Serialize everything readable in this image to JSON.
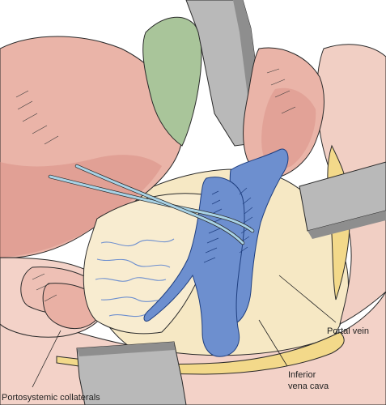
{
  "labels": {
    "portal_vein": "Portal vein",
    "ivc_line1": "Inferior",
    "ivc_line2": "vena cava",
    "collaterals": "Portosystemic collaterals"
  },
  "colors": {
    "liver_pink": "#eab4a8",
    "liver_dark": "#d98f85",
    "green_organ": "#a9c59a",
    "fat_cream": "#f6e8c4",
    "vein_blue": "#6d8fcf",
    "vein_dark": "#3f63a8",
    "retractor_gray": "#b9b9b9",
    "retractor_dark": "#8e8e8e",
    "vessel_loop": "#a9d3e6",
    "yellow_fat": "#f3d98a"
  }
}
